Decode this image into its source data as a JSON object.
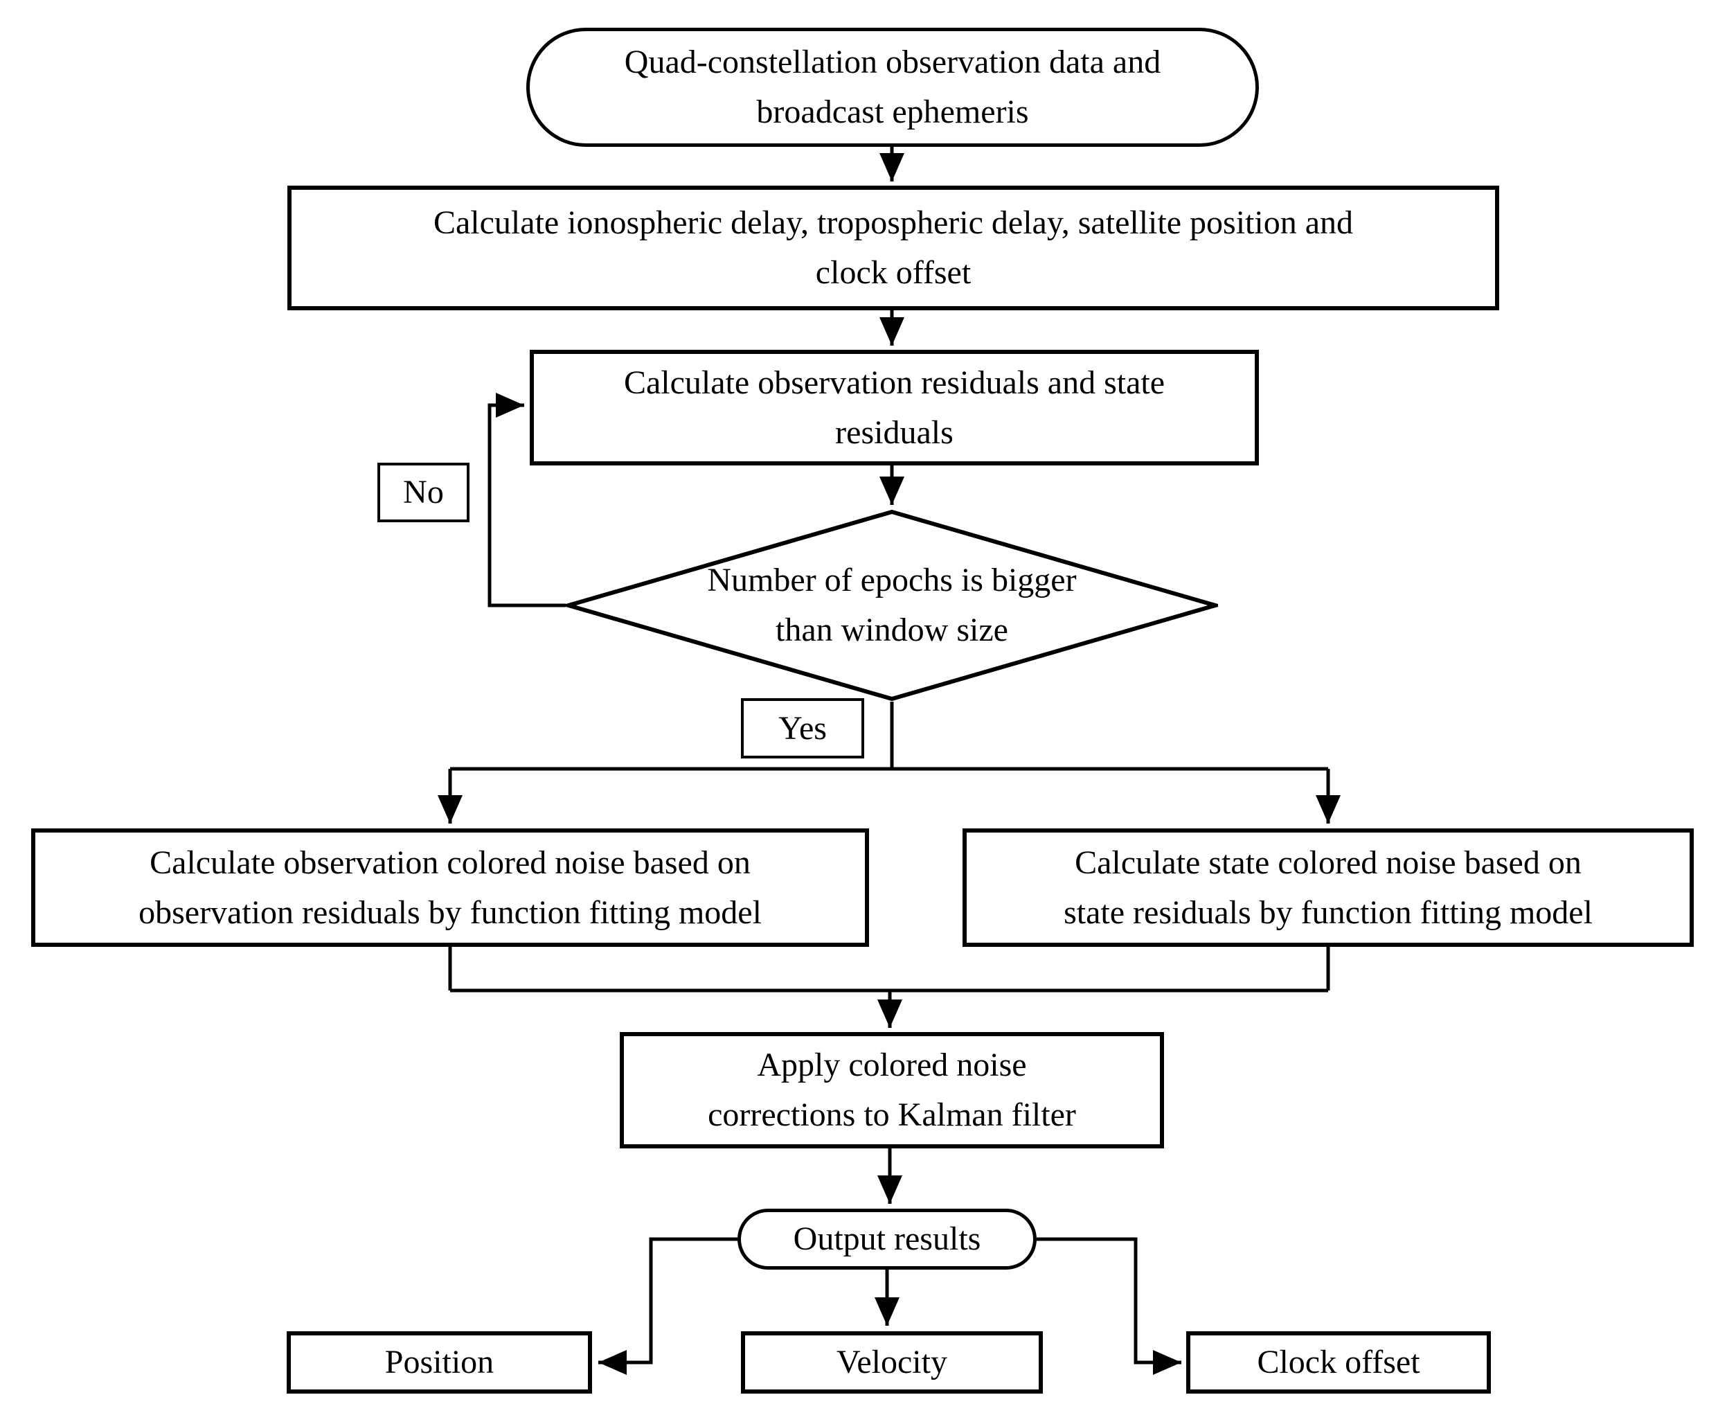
{
  "figure": {
    "type": "flowchart",
    "background_color": "#ffffff",
    "stroke_color": "#000000",
    "text_color": "#000000"
  },
  "nodes": {
    "start": {
      "shape": "stadium",
      "label": "Quad-constellation observation data and\nbroadcast ephemeris"
    },
    "calc_delays": {
      "shape": "process",
      "label": "Calculate ionospheric delay, tropospheric delay, satellite position and\nclock offset"
    },
    "calc_residuals": {
      "shape": "process",
      "label": "Calculate observation residuals and state\nresiduals"
    },
    "epoch_decision": {
      "shape": "decision",
      "label": "Number of epochs is bigger\nthan window size"
    },
    "no_branch": {
      "shape": "label-box",
      "label": "No"
    },
    "yes_branch": {
      "shape": "label-box",
      "label": "Yes"
    },
    "obs_colored_noise": {
      "shape": "process",
      "label": "Calculate observation colored noise based on\nobservation residuals by function fitting model"
    },
    "state_colored_noise": {
      "shape": "process",
      "label": "Calculate state colored noise based on\nstate residuals by function fitting model"
    },
    "apply_corrections": {
      "shape": "process",
      "label": "Apply colored noise\ncorrections to Kalman filter"
    },
    "output_results": {
      "shape": "stadium",
      "label": "Output results"
    },
    "position": {
      "shape": "process",
      "label": "Position"
    },
    "velocity": {
      "shape": "process",
      "label": "Velocity"
    },
    "clock_offset": {
      "shape": "process",
      "label": "Clock offset"
    }
  },
  "edges": [
    {
      "from": "start",
      "to": "calc_delays"
    },
    {
      "from": "calc_delays",
      "to": "calc_residuals"
    },
    {
      "from": "calc_residuals",
      "to": "epoch_decision"
    },
    {
      "from": "epoch_decision",
      "to": "calc_residuals",
      "label": "No"
    },
    {
      "from": "epoch_decision",
      "to": "obs_colored_noise",
      "label": "Yes"
    },
    {
      "from": "epoch_decision",
      "to": "state_colored_noise",
      "label": "Yes"
    },
    {
      "from": "obs_colored_noise",
      "to": "apply_corrections"
    },
    {
      "from": "state_colored_noise",
      "to": "apply_corrections"
    },
    {
      "from": "apply_corrections",
      "to": "output_results"
    },
    {
      "from": "output_results",
      "to": "position"
    },
    {
      "from": "output_results",
      "to": "velocity"
    },
    {
      "from": "output_results",
      "to": "clock_offset"
    }
  ]
}
